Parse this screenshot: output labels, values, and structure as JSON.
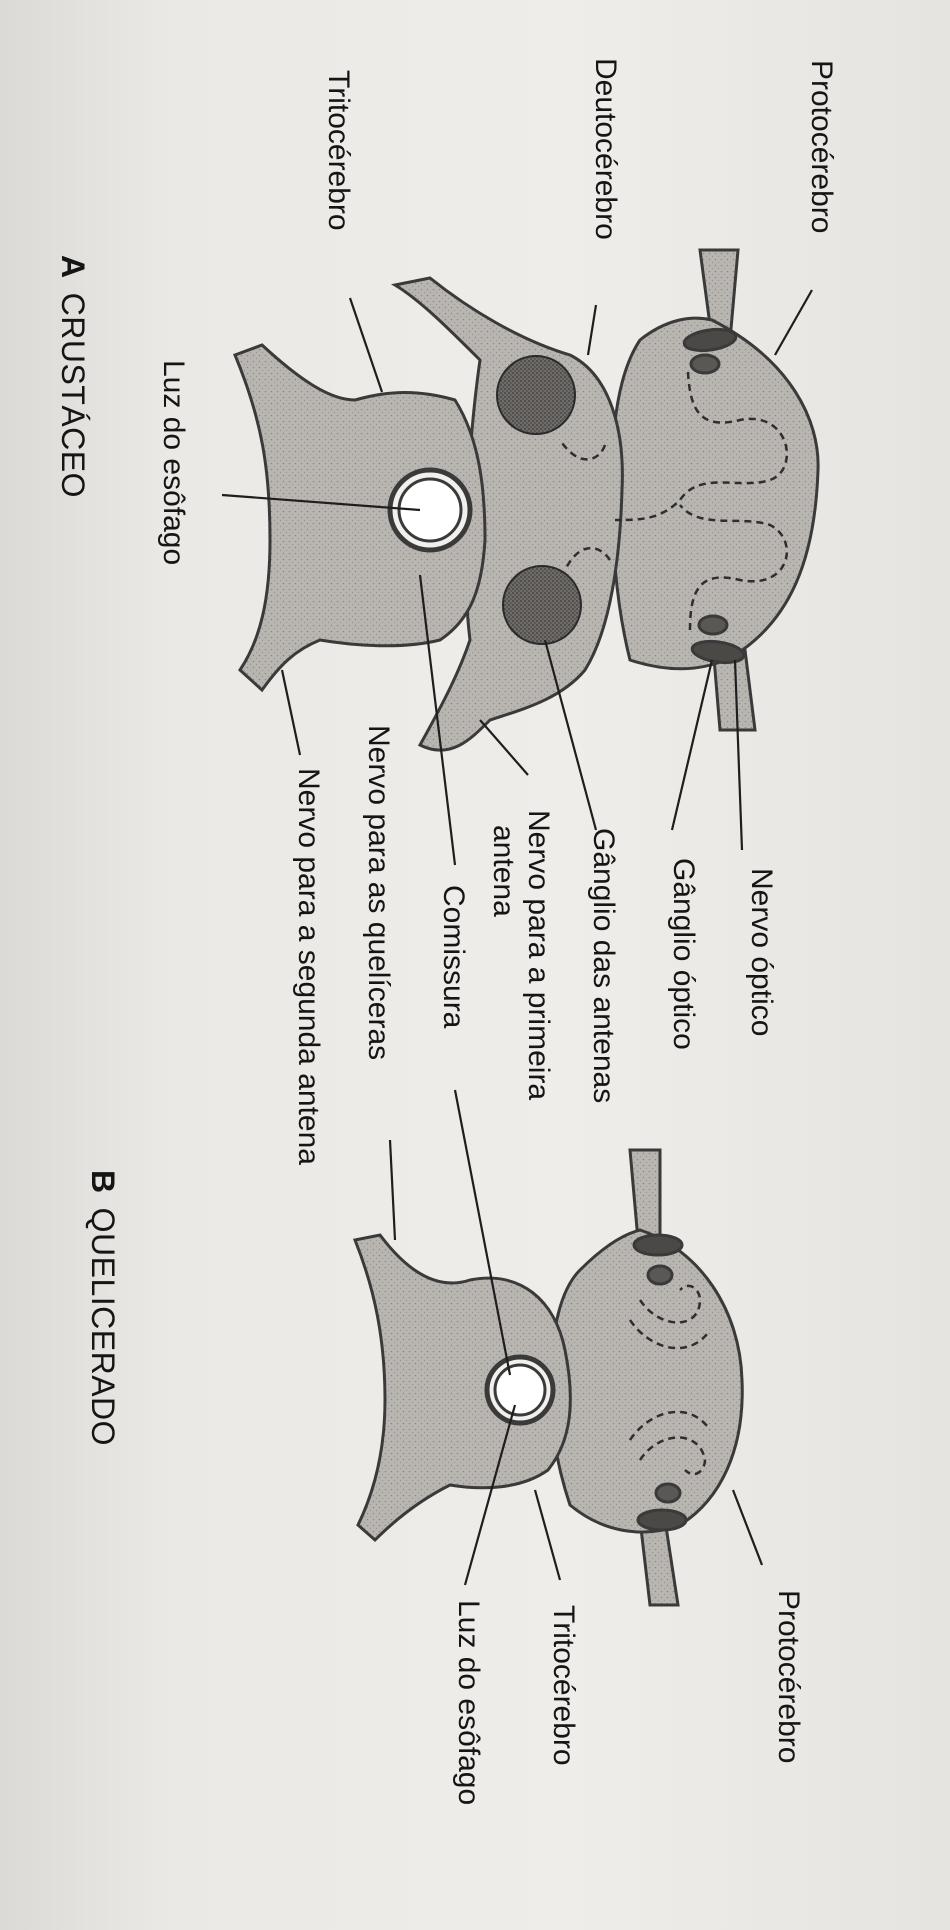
{
  "labels": {
    "a": {
      "protocerebro": "Protocérebro",
      "deutocerebro": "Deutocérebro",
      "tritocerebro": "Tritocérebro",
      "luz_esofago": "Luz do esôfago",
      "nervo_optico": "Nervo óptico",
      "ganglio_optico": "Gânglio óptico",
      "ganglio_antenas": "Gânglio das antenas",
      "nervo_primeira_antena_1": "Nervo para a primeira",
      "nervo_primeira_antena_2": "antena",
      "comissura": "Comissura",
      "nervo_queliceras": "Nervo para as quelíceras",
      "nervo_segunda_antena": "Nervo para a segunda antena"
    },
    "b": {
      "protocerebro": "Protocérebro",
      "tritocerebro": "Tritocérebro",
      "luz_esofago": "Luz do esôfago"
    }
  },
  "panels": {
    "a_letter": "A",
    "a_title": "CRUSTÁCEO",
    "b_letter": "B",
    "b_title": "QUELICERADO"
  },
  "colors": {
    "tissue": "#b9b6b2",
    "outline": "#3a3a3a",
    "ink": "#151515"
  }
}
